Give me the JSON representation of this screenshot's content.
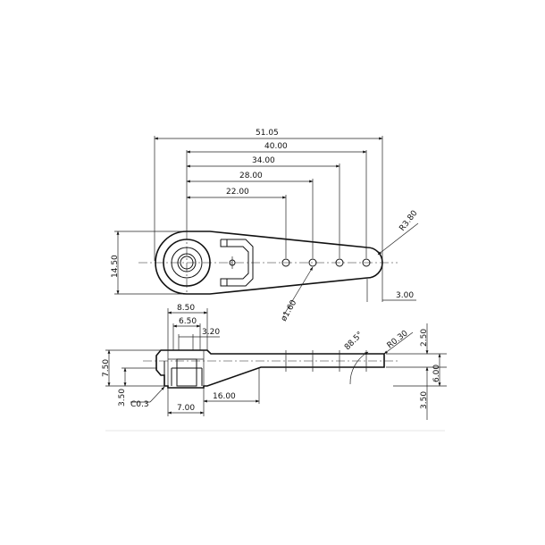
{
  "drawing": {
    "top_view": {
      "overall_length": "51.05",
      "hole_dist_4": "40.00",
      "hole_dist_3": "34.00",
      "hole_dist_2": "28.00",
      "hole_dist_1": "22.00",
      "height": "14.50",
      "tip_radius": "R3.80",
      "hole_diameter": "ø1.60",
      "tip_width": "3.00"
    },
    "side_view": {
      "hub_outer": "8.50",
      "hub_mid": "6.50",
      "hub_inner": "3.20",
      "total_height": "7.50",
      "bottom_height": "3.50",
      "chamfer": "C0.3",
      "bore_depth": "7.00",
      "arm_length": "16.00",
      "draft_angle": "88.5°",
      "tip_fillet": "R0.30",
      "arm_thickness": "2.50",
      "right_height": "6.00",
      "right_bottom": "3.50"
    }
  }
}
